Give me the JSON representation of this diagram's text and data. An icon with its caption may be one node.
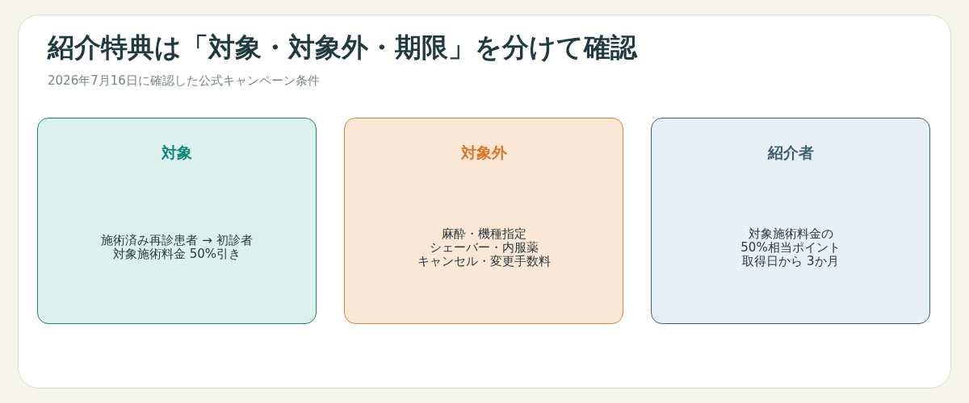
{
  "diagram": {
    "title": "紹介特典は「対象・対象外・期限」を分けて確認",
    "caption": "2026年7月16日に確認した公式キャンペーン条件",
    "nodes": [
      {
        "text": [
          "対象",
          "施術済み再診患者 → 初診者",
          "対象施術料金 50%引き"
        ]
      },
      {
        "text": [
          "対象外",
          "麻酔・機種指定",
          "シェーバー・内服薬",
          "キャンセル・変更手数料"
        ]
      },
      {
        "text": [
          "紹介者",
          "対象施術料金の",
          "50%相当ポイント",
          "取得日から 3か月"
        ]
      }
    ]
  }
}
